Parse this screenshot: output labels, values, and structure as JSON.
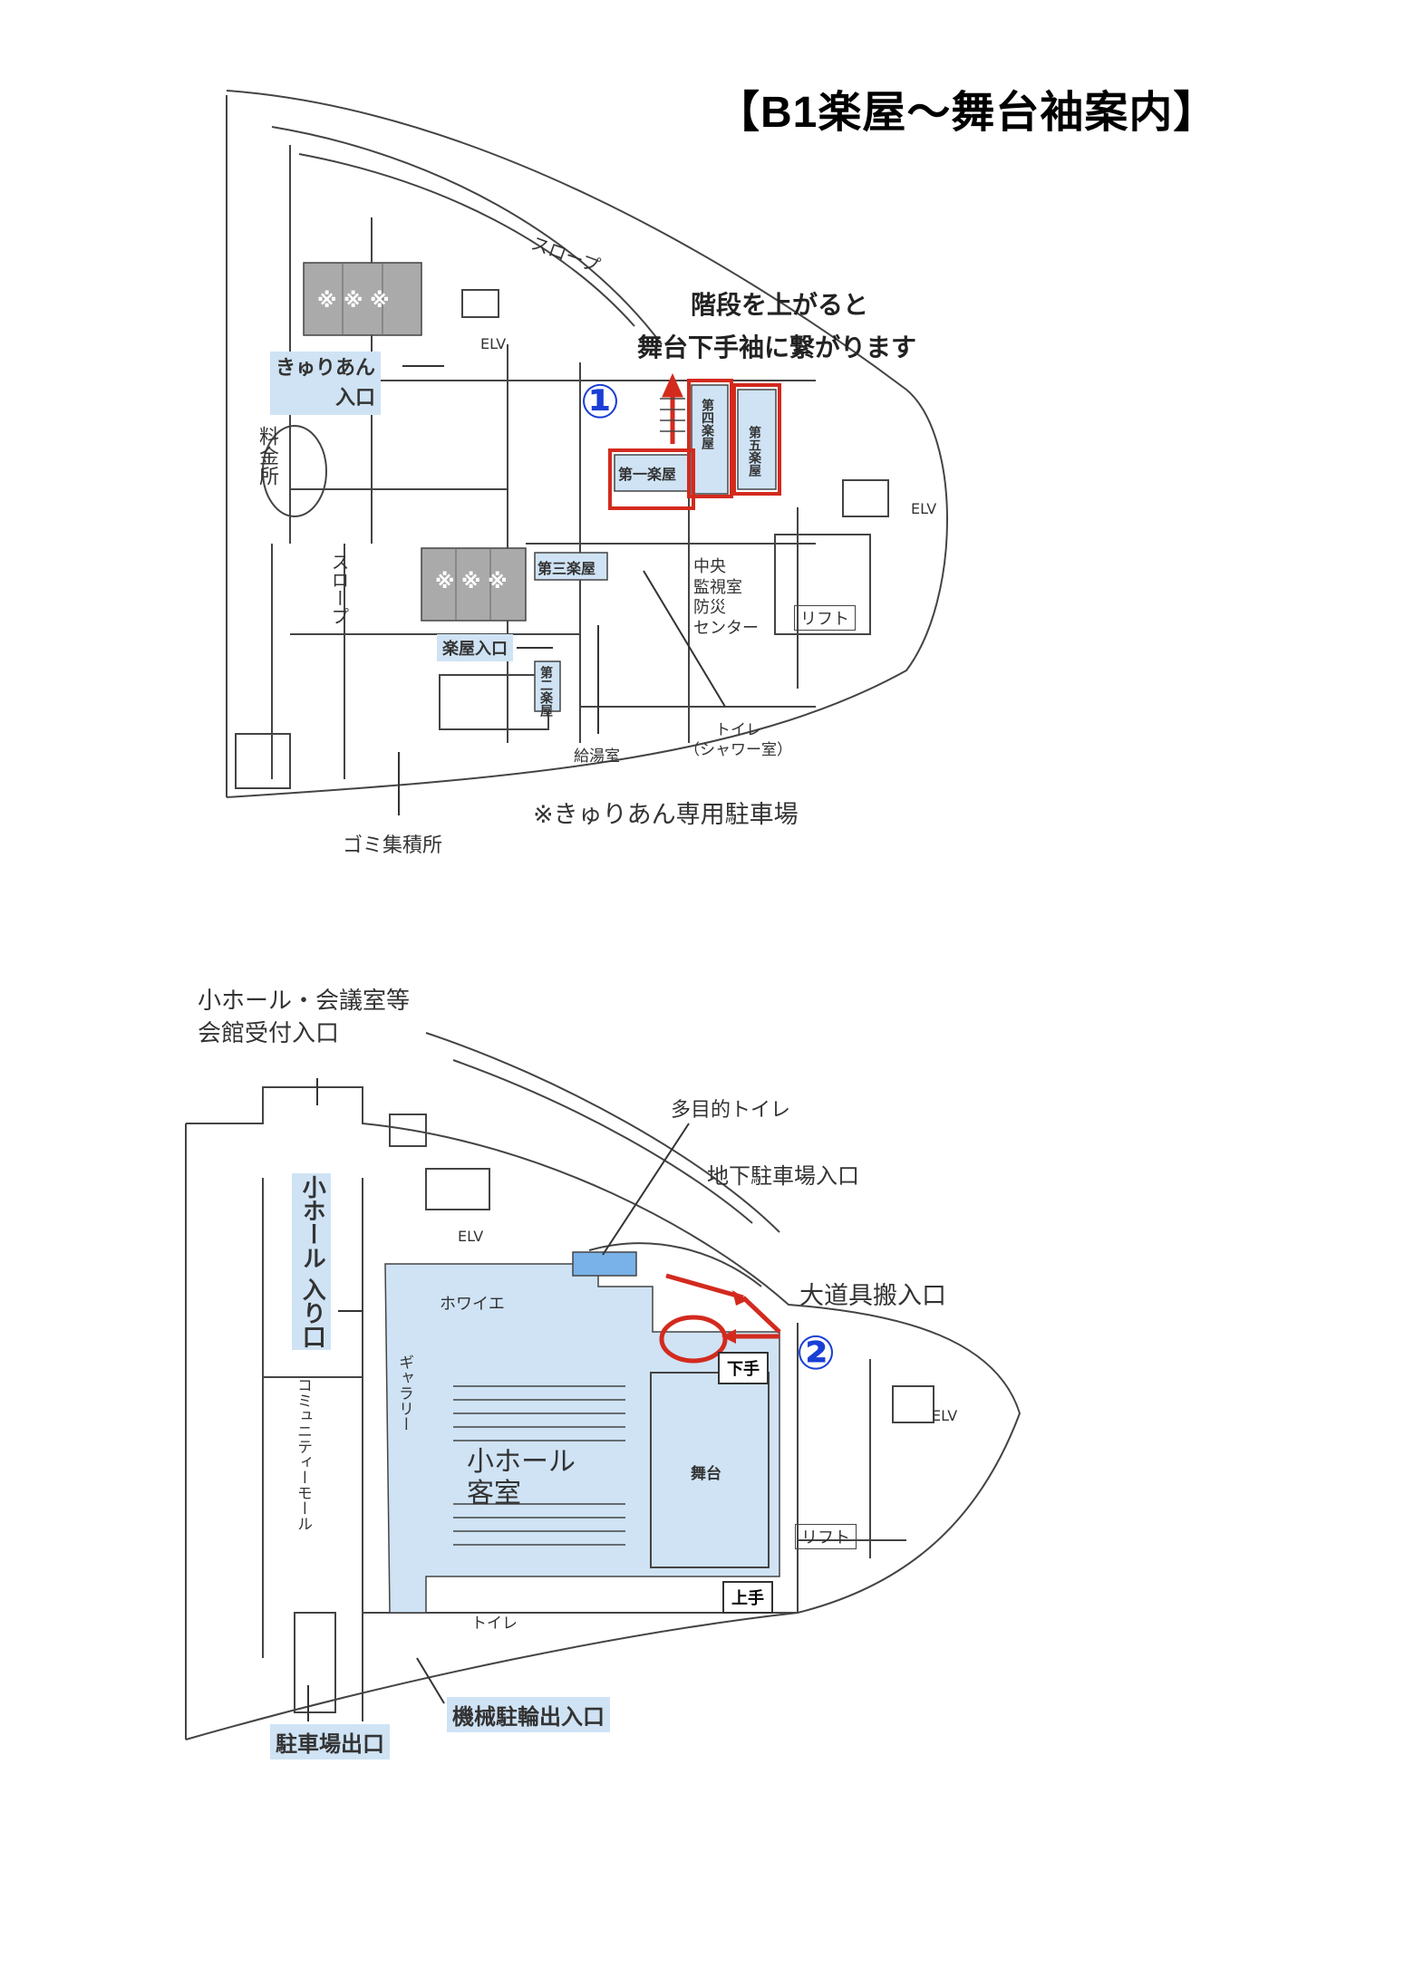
{
  "title": "【B1楽屋〜舞台袖案内】",
  "map1": {
    "slope_top": "スロープ",
    "slope_left": "スロープ",
    "parking_marks": "※ ※ ※",
    "elv_label": "ELV",
    "kyurian_entrance": "きゅりあん\n入口",
    "ticket_office": "料金所",
    "marker": "①",
    "stair_note_line1": "階段を上がると",
    "stair_note_line2": "舞台下手袖に繋がります",
    "room1": "第一楽屋",
    "room2": "第二楽屋",
    "room3": "第三楽屋",
    "room4": "第四楽屋",
    "room5": "第五楽屋",
    "gakuya_entrance": "楽屋入口",
    "control_center": "中央\n監視室\n防災\nセンター",
    "lift": "リフト",
    "toilet": "トイレ\n（シャワー室）",
    "kitchen": "給湯室",
    "parking_note": "※きゅりあん専用駐車場",
    "garbage": "ゴミ集積所"
  },
  "map2": {
    "reception": "小ホール・会議室等\n会館受付入口",
    "hall_entrance": "小ホール\n入り口",
    "mt_toilet": "多目的トイレ",
    "ug_parking": "地下駐車場入口",
    "elv_label": "ELV",
    "props_entrance": "大道具搬入口",
    "marker": "②",
    "shimote": "下手",
    "kamite": "上手",
    "foyer": "ホワイエ",
    "community_mall": "コミュニティーモール",
    "gallery": "ギャラリー",
    "small_hall_seats": "小ホール\n客室",
    "stage": "舞台",
    "lift": "リフト",
    "toilet": "トイレ",
    "parking_exit": "駐車場出口",
    "bike_entrance": "機械駐輪出入口"
  },
  "colors": {
    "highlight": "#cfe3f4",
    "route_red": "#d32a1e",
    "marker_blue": "#1a3fd6"
  }
}
